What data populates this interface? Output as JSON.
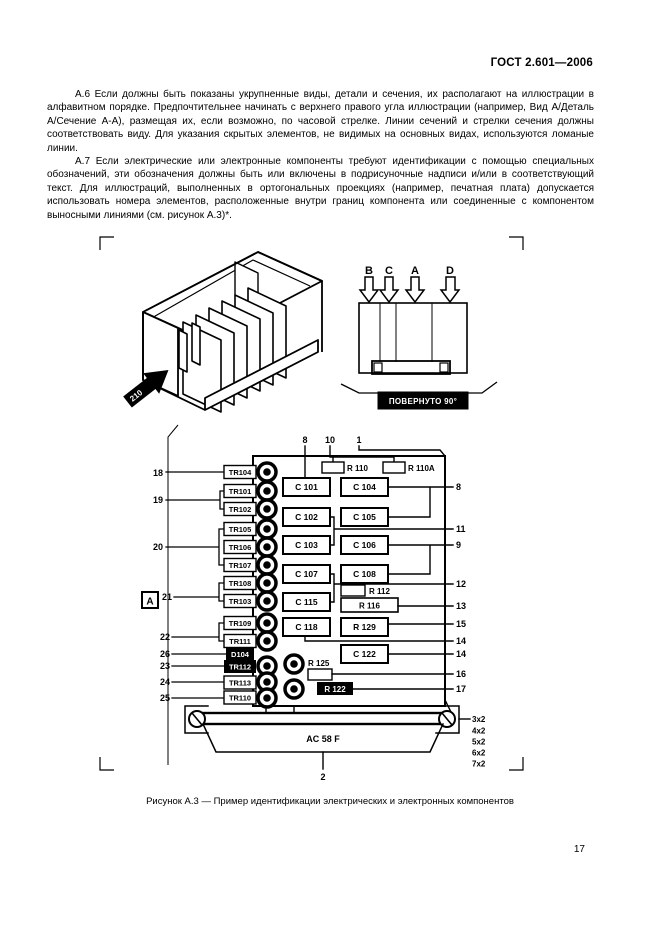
{
  "header": {
    "title": "ГОСТ 2.601—2006"
  },
  "body": {
    "para_a6": "А.6  Если должны быть показаны укрупненные виды, детали и сечения, их располагают на иллюстрации в алфавитном порядке. Предпочтительнее начинать с верхнего правого угла иллюстрации (например, Вид А/Деталь А/Сечение А-А), размещая их, если возможно, по часовой стрелке. Линии сечений и стрелки сечения должны соответствовать виду. Для указания скрытых элементов, не видимых на основных видах, используются ломаные линии.",
    "para_a7": "А.7  Если электрические или электронные компоненты требуют идентификации с помощью специальных обозначений, эти обозначения должны быть или включены в подрисуночные надписи и/или в соответствующий текст. Для иллюстраций, выполненных в ортогональных проекциях (например, печатная плата) допускается использовать номера элементов, расположенные внутри границ компонента или соединенные с компонентом выносными линиями (см. рисунок А.3)*."
  },
  "figure": {
    "caption": "Рисунок А.3 — Пример идентификации электрических и электронных компонентов",
    "iso_arrow_label": "210",
    "view_label": "А",
    "projection": {
      "arrow_labels": [
        "В",
        "С",
        "А",
        "D"
      ],
      "rotated_note": "ПОВЕРНУТО 90°"
    },
    "board": {
      "top_callouts": [
        "8",
        "10",
        "1"
      ],
      "top_resistors": [
        "R 110",
        "R 110A"
      ],
      "left_labels": [
        "TR104",
        "TR101",
        "TR102",
        "TR105",
        "TR106",
        "TR107",
        "TR108",
        "TR103",
        "TR109",
        "TR111",
        "D104",
        "TR112",
        "TR113",
        "TR110"
      ],
      "left_callouts": [
        "18",
        "19",
        "20",
        "21",
        "22",
        "26",
        "23",
        "24",
        "25"
      ],
      "components_col1": [
        "C 101",
        "C 102",
        "C 103",
        "C 107",
        "C 115",
        "C 118"
      ],
      "components_col2": [
        "C 104",
        "C 105",
        "C 106",
        "C 108",
        "R 129",
        "C 122"
      ],
      "small_parts": [
        "R 112",
        "R 116",
        "R 125",
        "R 122"
      ],
      "right_callouts": [
        "8",
        "11",
        "9",
        "12",
        "13",
        "15",
        "14",
        "14",
        "16",
        "17"
      ],
      "connector": {
        "label": "AC 58 F",
        "callout": "2",
        "hardware_callouts": [
          "3x2",
          "4x2",
          "5x2",
          "6x2",
          "7x2"
        ]
      }
    }
  },
  "footer": {
    "page_number": "17"
  }
}
